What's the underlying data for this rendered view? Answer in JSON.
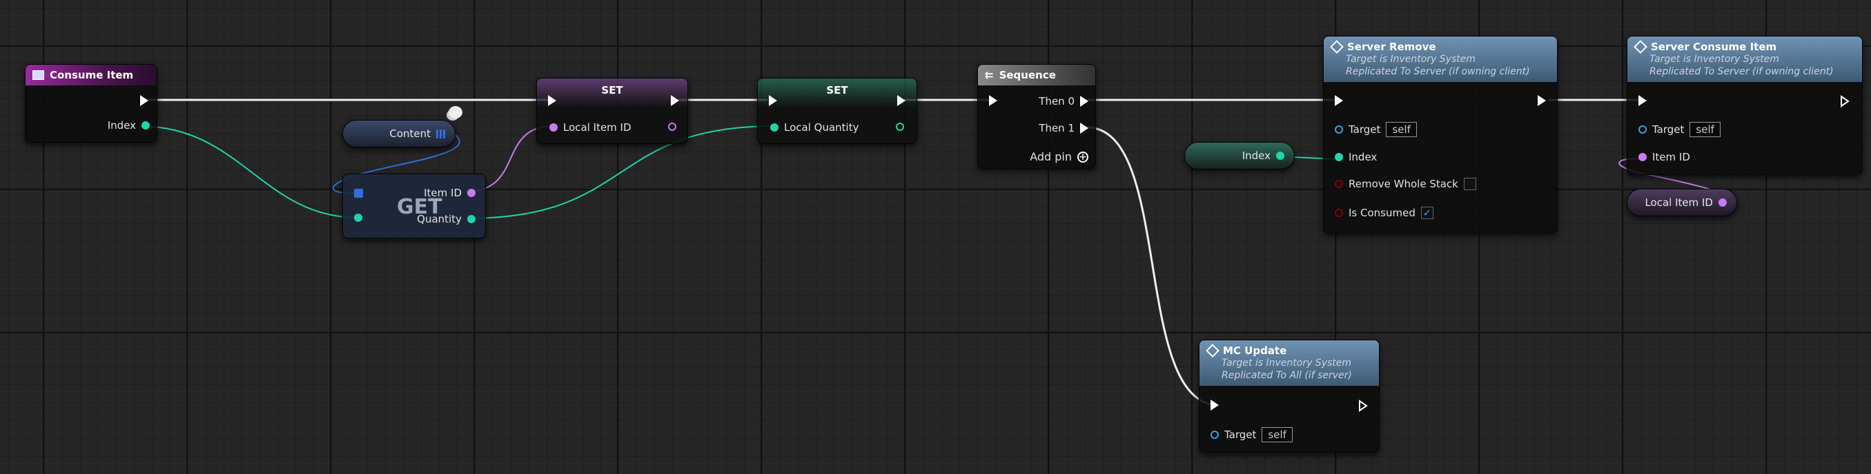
{
  "nodes": {
    "consume_item": {
      "title": "Consume Item",
      "pin_index": "Index"
    },
    "content": {
      "label": "Content"
    },
    "get": {
      "label": "GET",
      "pin_item_id": "Item ID",
      "pin_quantity": "Quantity"
    },
    "set_item": {
      "title": "SET",
      "pin_label": "Local Item ID"
    },
    "set_quantity": {
      "title": "SET",
      "pin_label": "Local Quantity"
    },
    "sequence": {
      "title": "Sequence",
      "then0": "Then 0",
      "then1": "Then 1",
      "add_pin": "Add pin"
    },
    "index_var": {
      "label": "Index"
    },
    "server_remove": {
      "title": "Server Remove",
      "sub1": "Target is Inventory System",
      "sub2": "Replicated To Server (if owning client)",
      "target": "Target",
      "self": "self",
      "index": "Index",
      "remove_whole_stack": "Remove Whole Stack",
      "is_consumed": "Is Consumed",
      "is_consumed_checked": true,
      "remove_whole_stack_checked": false
    },
    "server_consume": {
      "title": "Server Consume Item",
      "sub1": "Target is Inventory System",
      "sub2": "Replicated To Server (if owning client)",
      "target": "Target",
      "self": "self",
      "item_id": "Item ID"
    },
    "local_item_var": {
      "label": "Local Item ID"
    },
    "mc_update": {
      "title": "MC Update",
      "sub1": "Target is Inventory System",
      "sub2": "Replicated To All (if server)",
      "target": "Target",
      "self": "self"
    }
  },
  "colors": {
    "exec": "#ffffff",
    "integer": "#1ed5a8",
    "name": "#c77df0",
    "object": "#2fa3e6",
    "bool_red": "#8b0000",
    "array_blue": "#2f6fdb"
  },
  "icons": [
    "event-icon",
    "function-icon",
    "sequence-icon",
    "grid-icon",
    "plus-circle-icon",
    "checkmark-icon"
  ]
}
